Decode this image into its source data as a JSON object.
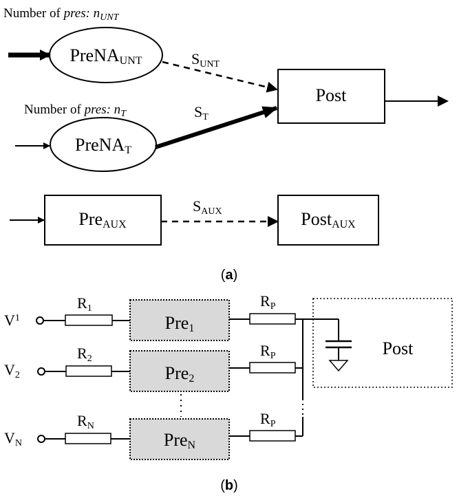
{
  "panel_a": {
    "caption_label": "a",
    "unt_count_prefix": "Number of ",
    "unt_count_italic": "pres: n",
    "unt_count_sub": "UNT",
    "t_count_prefix": "Number of ",
    "t_count_italic": "pres: n",
    "t_count_sub": "T",
    "prena_unt": {
      "main": "PreNA",
      "sub": "UNT"
    },
    "prena_t": {
      "main": "PreNA",
      "sub": "T"
    },
    "post": "Post",
    "pre_aux": {
      "main": "Pre",
      "sub": "AUX"
    },
    "post_aux": {
      "main": "Post",
      "sub": "AUX"
    },
    "s_unt": {
      "main": "S",
      "sub": "UNT"
    },
    "s_t": {
      "main": "S",
      "sub": "T"
    },
    "s_aux": {
      "main": "S",
      "sub": "AUX"
    }
  },
  "panel_b": {
    "caption_label": "b",
    "rows": [
      {
        "v_main": "V",
        "v_sub": "1",
        "r_main": "R",
        "r_sub": "1",
        "pre_main": "Pre",
        "pre_sub": "1",
        "rp_main": "R",
        "rp_sub": "P"
      },
      {
        "v_main": "V",
        "v_sub": "2",
        "r_main": "R",
        "r_sub": "2",
        "pre_main": "Pre",
        "pre_sub": "2",
        "rp_main": "R",
        "rp_sub": "P"
      },
      {
        "v_main": "V",
        "v_sub": "N",
        "r_main": "R",
        "r_sub": "N",
        "pre_main": "Pre",
        "pre_sub": "N",
        "rp_main": "R",
        "rp_sub": "P"
      }
    ],
    "post": "Post"
  },
  "colors": {
    "stroke": "#000000",
    "pre_fill": "#d9d9d9"
  }
}
